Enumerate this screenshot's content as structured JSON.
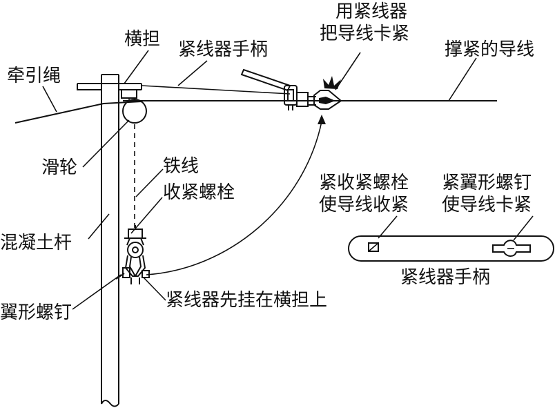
{
  "labels": {
    "use_tightener": "用紧线器",
    "clamp_wire": "把导线卡紧",
    "crossarm": "横担",
    "tightener_handle": "紧线器手柄",
    "tightened_wire": "撑紧的导线",
    "pull_rope": "牵引绳",
    "pulley": "滑轮",
    "iron_wire": "铁线",
    "tighten_bolt": "收紧螺栓",
    "concrete_pole": "混凝土杆",
    "wing_screw": "翼形螺钉",
    "hang_first": "紧线器先挂在横担上",
    "bolt_note_1": "紧收紧螺栓",
    "bolt_note_2": "使导线收紧",
    "screw_note_1": "紧翼形螺钉",
    "screw_note_2": "使导线卡紧",
    "handle_caption": "紧线器手柄"
  }
}
